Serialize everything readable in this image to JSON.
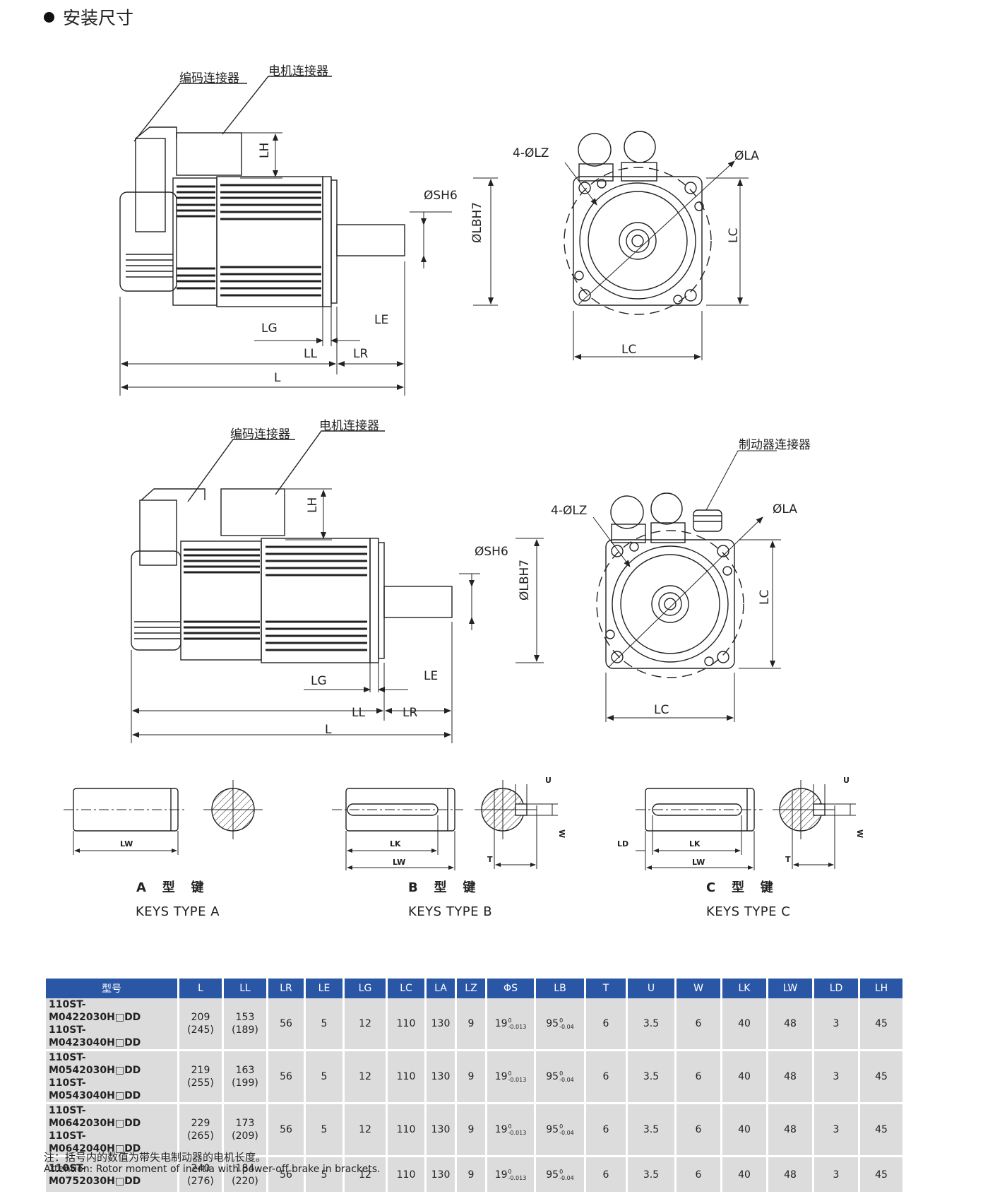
{
  "heading": "安装尺寸",
  "drawing1": {
    "encoder_label": "编码连接器",
    "motor_label": "电机连接器",
    "dims": {
      "LH": "LH",
      "SH6": "ØSH6",
      "LBH7": "ØLBH7",
      "LG": "LG",
      "LE": "LE",
      "LL": "LL",
      "LR": "LR",
      "L": "L",
      "LZ": "4-ØLZ",
      "LA": "ØLA",
      "LC": "LC"
    }
  },
  "drawing2": {
    "encoder_label": "编码连接器",
    "motor_label": "电机连接器",
    "brake_label": "制动器连接器"
  },
  "keys": [
    {
      "cn": "A   型   键",
      "en": "KEYS TYPE A",
      "dims": [
        "LW"
      ]
    },
    {
      "cn": "B   型   键",
      "en": "KEYS TYPE B",
      "dims": [
        "LK",
        "LW",
        "T",
        "U",
        "W"
      ]
    },
    {
      "cn": "C   型   键",
      "en": "KEYS TYPE C",
      "dims": [
        "LD",
        "LK",
        "LW",
        "T",
        "U",
        "W"
      ]
    }
  ],
  "table": {
    "headers": [
      "型号",
      "L",
      "LL",
      "LR",
      "LE",
      "LG",
      "LC",
      "LA",
      "LZ",
      "ΦS",
      "LB",
      "T",
      "U",
      "W",
      "LK",
      "LW",
      "LD",
      "LH"
    ],
    "rows": [
      {
        "model": [
          "110ST-M0422030H□DD",
          "110ST-M0423040H□DD"
        ],
        "L": [
          "209",
          "(245)"
        ],
        "LL": [
          "153",
          "(189)"
        ],
        "LR": "56",
        "LE": "5",
        "LG": "12",
        "LC": "110",
        "LA": "130",
        "LZ": "9",
        "S": "19",
        "S_tol": [
          "0",
          "-0.013"
        ],
        "LB": "95",
        "LB_tol": [
          "0",
          "-0.04"
        ],
        "T": "6",
        "U": "3.5",
        "W": "6",
        "LK": "40",
        "LW": "48",
        "LD": "3",
        "LH": "45"
      },
      {
        "model": [
          "110ST-M0542030H□DD",
          "110ST-M0543040H□DD"
        ],
        "L": [
          "219",
          "(255)"
        ],
        "LL": [
          "163",
          "(199)"
        ],
        "LR": "56",
        "LE": "5",
        "LG": "12",
        "LC": "110",
        "LA": "130",
        "LZ": "9",
        "S": "19",
        "S_tol": [
          "0",
          "-0.013"
        ],
        "LB": "95",
        "LB_tol": [
          "0",
          "-0.04"
        ],
        "T": "6",
        "U": "3.5",
        "W": "6",
        "LK": "40",
        "LW": "48",
        "LD": "3",
        "LH": "45"
      },
      {
        "model": [
          "110ST-M0642030H□DD",
          "110ST-M0642040H□DD"
        ],
        "L": [
          "229",
          "(265)"
        ],
        "LL": [
          "173",
          "(209)"
        ],
        "LR": "56",
        "LE": "5",
        "LG": "12",
        "LC": "110",
        "LA": "130",
        "LZ": "9",
        "S": "19",
        "S_tol": [
          "0",
          "-0.013"
        ],
        "LB": "95",
        "LB_tol": [
          "0",
          "-0.04"
        ],
        "T": "6",
        "U": "3.5",
        "W": "6",
        "LK": "40",
        "LW": "48",
        "LD": "3",
        "LH": "45"
      },
      {
        "model": [
          "110ST-M0752030H□DD"
        ],
        "L": [
          "240",
          "(276)"
        ],
        "LL": [
          "184",
          "(220)"
        ],
        "LR": "56",
        "LE": "5",
        "LG": "12",
        "LC": "110",
        "LA": "130",
        "LZ": "9",
        "S": "19",
        "S_tol": [
          "0",
          "-0.013"
        ],
        "LB": "95",
        "LB_tol": [
          "0",
          "-0.04"
        ],
        "T": "6",
        "U": "3.5",
        "W": "6",
        "LK": "40",
        "LW": "48",
        "LD": "3",
        "LH": "45"
      }
    ]
  },
  "notes": {
    "cn": "注：括号内的数值为带失电制动器的电机长度。",
    "en": "Attention:   Rotor moment of inertia with power-off brake in brackets."
  }
}
